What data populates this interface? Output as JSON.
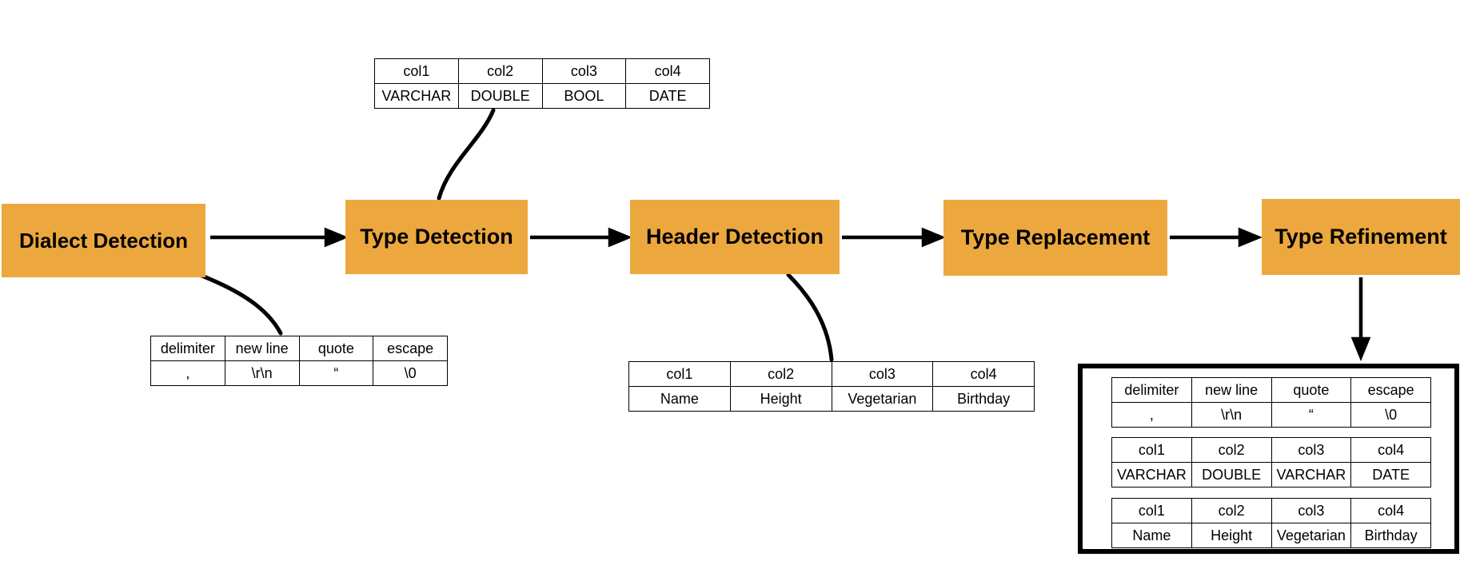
{
  "colors": {
    "box_fill": "#ECA83E",
    "line": "#000000",
    "background": "#FFFFFF"
  },
  "pipeline": {
    "steps": [
      {
        "label": "Dialect Detection"
      },
      {
        "label": "Type Detection"
      },
      {
        "label": "Header Detection"
      },
      {
        "label": "Type Replacement"
      },
      {
        "label": "Type Refinement"
      }
    ]
  },
  "tables": {
    "sniffed_types": {
      "headers": [
        "col1",
        "col2",
        "col3",
        "col4"
      ],
      "rows": [
        [
          "VARCHAR",
          "DOUBLE",
          "BOOL",
          "DATE"
        ]
      ]
    },
    "sniffed_dialect": {
      "headers": [
        "delimiter",
        "new line",
        "quote",
        "escape"
      ],
      "rows": [
        [
          ",",
          "\\r\\n",
          "“",
          "\\0"
        ]
      ]
    },
    "sniffed_headers": {
      "headers": [
        "col1",
        "col2",
        "col3",
        "col4"
      ],
      "rows": [
        [
          "Name",
          "Height",
          "Vegetarian",
          "Birthday"
        ]
      ]
    },
    "result_dialect": {
      "headers": [
        "delimiter",
        "new line",
        "quote",
        "escape"
      ],
      "rows": [
        [
          ",",
          "\\r\\n",
          "“",
          "\\0"
        ]
      ]
    },
    "result_types": {
      "headers": [
        "col1",
        "col2",
        "col3",
        "col4"
      ],
      "rows": [
        [
          "VARCHAR",
          "DOUBLE",
          "VARCHAR",
          "DATE"
        ]
      ]
    },
    "result_headers": {
      "headers": [
        "col1",
        "col2",
        "col3",
        "col4"
      ],
      "rows": [
        [
          "Name",
          "Height",
          "Vegetarian",
          "Birthday"
        ]
      ]
    }
  }
}
